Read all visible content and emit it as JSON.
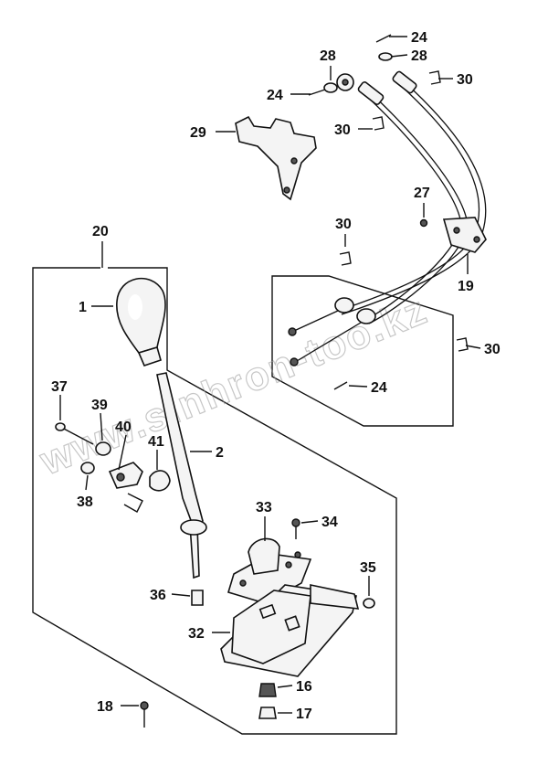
{
  "watermark": "www.sinhron-too.kz",
  "callouts": [
    {
      "id": "c24a",
      "label": "24"
    },
    {
      "id": "c28a",
      "label": "28"
    },
    {
      "id": "c28b",
      "label": "28"
    },
    {
      "id": "c30a",
      "label": "30"
    },
    {
      "id": "c24b",
      "label": "24"
    },
    {
      "id": "c29",
      "label": "29"
    },
    {
      "id": "c30b",
      "label": "30"
    },
    {
      "id": "c27",
      "label": "27"
    },
    {
      "id": "c30c",
      "label": "30"
    },
    {
      "id": "c20",
      "label": "20"
    },
    {
      "id": "c19",
      "label": "19"
    },
    {
      "id": "c1",
      "label": "1"
    },
    {
      "id": "c30d",
      "label": "30"
    },
    {
      "id": "c24c",
      "label": "24"
    },
    {
      "id": "c37",
      "label": "37"
    },
    {
      "id": "c39",
      "label": "39"
    },
    {
      "id": "c40",
      "label": "40"
    },
    {
      "id": "c41",
      "label": "41"
    },
    {
      "id": "c2",
      "label": "2"
    },
    {
      "id": "c38",
      "label": "38"
    },
    {
      "id": "c33",
      "label": "33"
    },
    {
      "id": "c34",
      "label": "34"
    },
    {
      "id": "c35",
      "label": "35"
    },
    {
      "id": "c36",
      "label": "36"
    },
    {
      "id": "c32",
      "label": "32"
    },
    {
      "id": "c16",
      "label": "16"
    },
    {
      "id": "c18",
      "label": "18"
    },
    {
      "id": "c17",
      "label": "17"
    }
  ]
}
